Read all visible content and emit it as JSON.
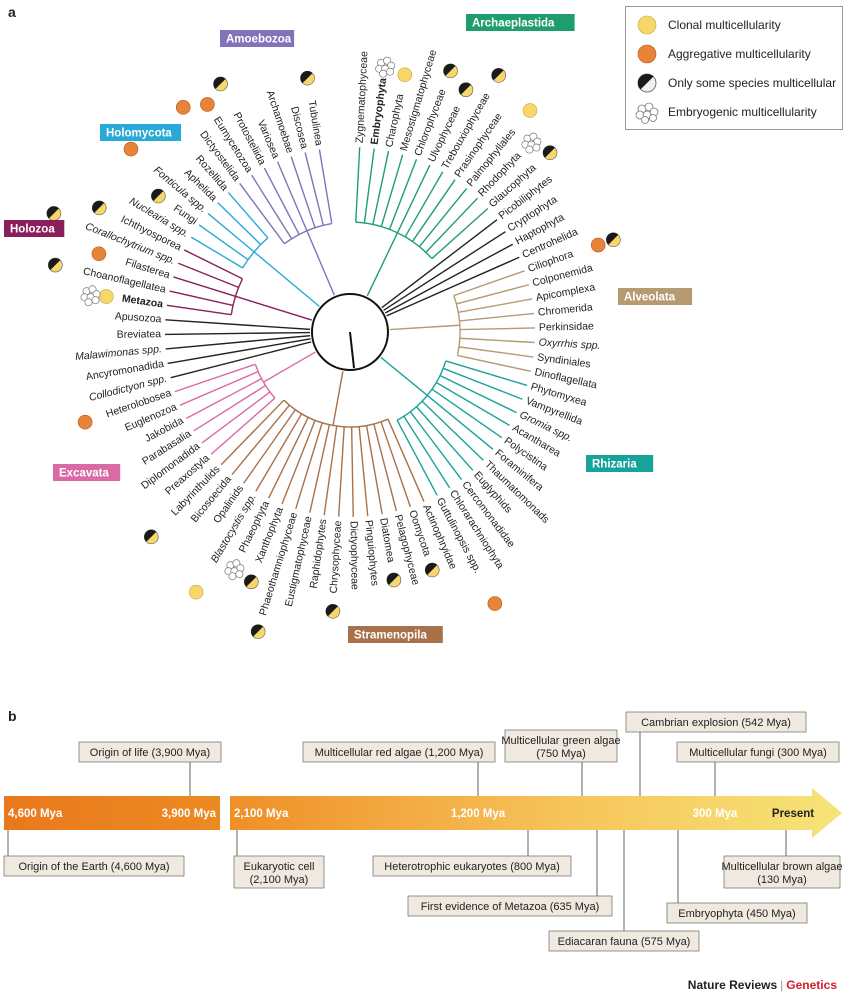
{
  "panel_a_label": "a",
  "panel_b_label": "b",
  "legend": {
    "clonal": "Clonal multicellularity",
    "aggregative": "Aggregative multicellularity",
    "some": "Only some species multicellular",
    "embryogenic": "Embryogenic multicellularity"
  },
  "colors": {
    "clonal": "#f7d66a",
    "aggregative": "#e8833a",
    "amoebozoa": "#8272b9",
    "holomycota": "#29a9d6",
    "holozoa": "#8a1f5c",
    "archaeplastida": "#1f9e6d",
    "alveolata": "#b59a72",
    "rhizaria": "#18a39a",
    "stramenopila": "#a8714a",
    "excavata": "#d96aa6",
    "neutral": "#222222"
  },
  "clades": {
    "amoebozoa": "Amoebozoa",
    "holomycota": "Holomycota",
    "holozoa": "Holozoa",
    "archaeplastida": "Archaeplastida",
    "alveolata": "Alveolata",
    "rhizaria": "Rhizaria",
    "stramenopila": "Stramenopila",
    "excavata": "Excavata"
  },
  "taxa": [
    {
      "name": "Zygnematophyceae",
      "clade": "archaeplastida"
    },
    {
      "name": "Embryophyta",
      "clade": "archaeplastida",
      "bold": true,
      "marker": "embryogenic"
    },
    {
      "name": "Charophyta",
      "clade": "archaeplastida",
      "marker": "clonal"
    },
    {
      "name": "Mesostigmatophyceae",
      "clade": "archaeplastida"
    },
    {
      "name": "Chlorophyceae",
      "clade": "archaeplastida",
      "marker": "some"
    },
    {
      "name": "Ulvophyceae",
      "clade": "archaeplastida",
      "marker": "some"
    },
    {
      "name": "Trebouxiophyceae",
      "clade": "archaeplastida",
      "marker": "some"
    },
    {
      "name": "Prasinophyceae",
      "clade": "archaeplastida"
    },
    {
      "name": "Palmophyllales",
      "clade": "archaeplastida",
      "marker": "clonal"
    },
    {
      "name": "Rhodophyta",
      "clade": "archaeplastida",
      "marker": "embryogenic"
    },
    {
      "name": "Glaucophyta",
      "clade": "archaeplastida",
      "marker": "some"
    },
    {
      "name": "Picobiliphytes",
      "clade": "neutral"
    },
    {
      "name": "Cryptophyta",
      "clade": "neutral"
    },
    {
      "name": "Haptophyta",
      "clade": "neutral"
    },
    {
      "name": "Centrohelida",
      "clade": "neutral"
    },
    {
      "name": "Ciliophora",
      "clade": "alveolata",
      "marker": "aggregative",
      "marker2": "some"
    },
    {
      "name": "Colponemida",
      "clade": "alveolata"
    },
    {
      "name": "Apicomplexa",
      "clade": "alveolata"
    },
    {
      "name": "Chromerida",
      "clade": "alveolata"
    },
    {
      "name": "Perkinsidae",
      "clade": "alveolata"
    },
    {
      "name": "Oxyrrhis spp.",
      "clade": "alveolata",
      "italic": true
    },
    {
      "name": "Syndiniales",
      "clade": "alveolata"
    },
    {
      "name": "Dinoflagellata",
      "clade": "alveolata"
    },
    {
      "name": "Phytomyxea",
      "clade": "rhizaria"
    },
    {
      "name": "Vampyrellida",
      "clade": "rhizaria"
    },
    {
      "name": "Gromia spp.",
      "clade": "rhizaria",
      "italic": true
    },
    {
      "name": "Acantharea",
      "clade": "rhizaria"
    },
    {
      "name": "Polycistina",
      "clade": "rhizaria"
    },
    {
      "name": "Foraminifera",
      "clade": "rhizaria"
    },
    {
      "name": "Thaumatomonads",
      "clade": "rhizaria"
    },
    {
      "name": "Euglyphids",
      "clade": "rhizaria"
    },
    {
      "name": "Cercomonadidae",
      "clade": "rhizaria"
    },
    {
      "name": "Chlorarachniophyta",
      "clade": "rhizaria"
    },
    {
      "name": "Guttulinopsis spp.",
      "clade": "rhizaria",
      "marker": "aggregative"
    },
    {
      "name": "Actinophryidae",
      "clade": "stramenopila"
    },
    {
      "name": "Oomycota",
      "clade": "stramenopila",
      "marker": "some"
    },
    {
      "name": "Pelagophyceae",
      "clade": "stramenopila"
    },
    {
      "name": "Diatomea",
      "clade": "stramenopila",
      "marker": "some"
    },
    {
      "name": "Pinguiophytes",
      "clade": "stramenopila"
    },
    {
      "name": "Dictyophyceae",
      "clade": "stramenopila"
    },
    {
      "name": "Chrysophyceae",
      "clade": "stramenopila",
      "marker": "some"
    },
    {
      "name": "Raphidophytes",
      "clade": "stramenopila"
    },
    {
      "name": "Eustigmatophyceae",
      "clade": "stramenopila"
    },
    {
      "name": "Phaeothamniophyceae",
      "clade": "stramenopila",
      "marker": "some"
    },
    {
      "name": "Xanthophyta",
      "clade": "stramenopila",
      "marker": "some"
    },
    {
      "name": "Phaeophyta",
      "clade": "stramenopila",
      "marker": "embryogenic"
    },
    {
      "name": "Blastocystis spp.",
      "clade": "stramenopila",
      "italic": true,
      "marker": "clonal"
    },
    {
      "name": "Opalinids",
      "clade": "stramenopila"
    },
    {
      "name": "Bicosoecida",
      "clade": "stramenopila"
    },
    {
      "name": "Labyrinthulids",
      "clade": "stramenopila",
      "marker": "some"
    },
    {
      "name": "Preaxostyla",
      "clade": "excavata"
    },
    {
      "name": "Diplomonadida",
      "clade": "excavata"
    },
    {
      "name": "Parabasalia",
      "clade": "excavata"
    },
    {
      "name": "Jakobida",
      "clade": "excavata"
    },
    {
      "name": "Euglenozoa",
      "clade": "excavata"
    },
    {
      "name": "Heterolobosea",
      "clade": "excavata",
      "marker": "aggregative"
    },
    {
      "name": "Collodictyon spp.",
      "clade": "neutral",
      "italic": true
    },
    {
      "name": "Ancyromonadida",
      "clade": "neutral"
    },
    {
      "name": "Malawimonas spp.",
      "clade": "neutral",
      "italic": true
    },
    {
      "name": "Breviatea",
      "clade": "neutral"
    },
    {
      "name": "Apusozoa",
      "clade": "neutral"
    },
    {
      "name": "Metazoa",
      "clade": "holozoa",
      "bold": true,
      "marker": "clonal",
      "marker2": "embryogenic"
    },
    {
      "name": "Choanoflagellatea",
      "clade": "holozoa",
      "marker": "some"
    },
    {
      "name": "Filasterea",
      "clade": "holozoa",
      "marker": "aggregative"
    },
    {
      "name": "Corallochytrium spp.",
      "clade": "holozoa",
      "italic": true,
      "marker": "some"
    },
    {
      "name": "Ichthyosporea",
      "clade": "holozoa",
      "marker": "some"
    },
    {
      "name": "Nuclearia spp.",
      "clade": "holomycota",
      "italic": true
    },
    {
      "name": "Fungi",
      "clade": "holomycota",
      "marker": "some"
    },
    {
      "name": "Fonticula spp.",
      "clade": "holomycota",
      "italic": true,
      "marker": "aggregative"
    },
    {
      "name": "Aphelida",
      "clade": "holomycota"
    },
    {
      "name": "Rozellida",
      "clade": "holomycota"
    },
    {
      "name": "Dictyostelida",
      "clade": "amoebozoa",
      "marker": "aggregative"
    },
    {
      "name": "Eumycetozoa",
      "clade": "amoebozoa",
      "marker": "aggregative"
    },
    {
      "name": "Protosteliida",
      "clade": "amoebozoa",
      "marker": "some"
    },
    {
      "name": "Variosea",
      "clade": "amoebozoa"
    },
    {
      "name": "Archamoebae",
      "clade": "amoebozoa"
    },
    {
      "name": "Discosea",
      "clade": "amoebozoa"
    },
    {
      "name": "Tubulinea",
      "clade": "amoebozoa",
      "marker": "some"
    }
  ],
  "timeline": {
    "segment1": {
      "start": "4,600 Mya",
      "end": "3,900 Mya"
    },
    "segment2": {
      "start": "2,100 Mya",
      "mid": "1,200 Mya",
      "late": "300 Mya",
      "end": "Present"
    },
    "events_above": [
      "Origin of life (3,900 Mya)",
      "Multicellular red algae (1,200 Mya)",
      "Multicellular green algae (750 Mya)",
      "Cambrian explosion (542 Mya)",
      "Multicellular fungi (300 Mya)"
    ],
    "events_below": [
      "Origin of the Earth (4,600 Mya)",
      "Eukaryotic cell (2,100 Mya)",
      "Heterotrophic eukaryotes (800 Mya)",
      "First evidence of Metazoa (635 Mya)",
      "Ediacaran fauna (575 Mya)",
      "Multicellular brown algae (130 Mya)",
      "Embryophyta (450 Mya)"
    ]
  },
  "footer": {
    "journal": "Nature Reviews",
    "section": "Genetics"
  }
}
